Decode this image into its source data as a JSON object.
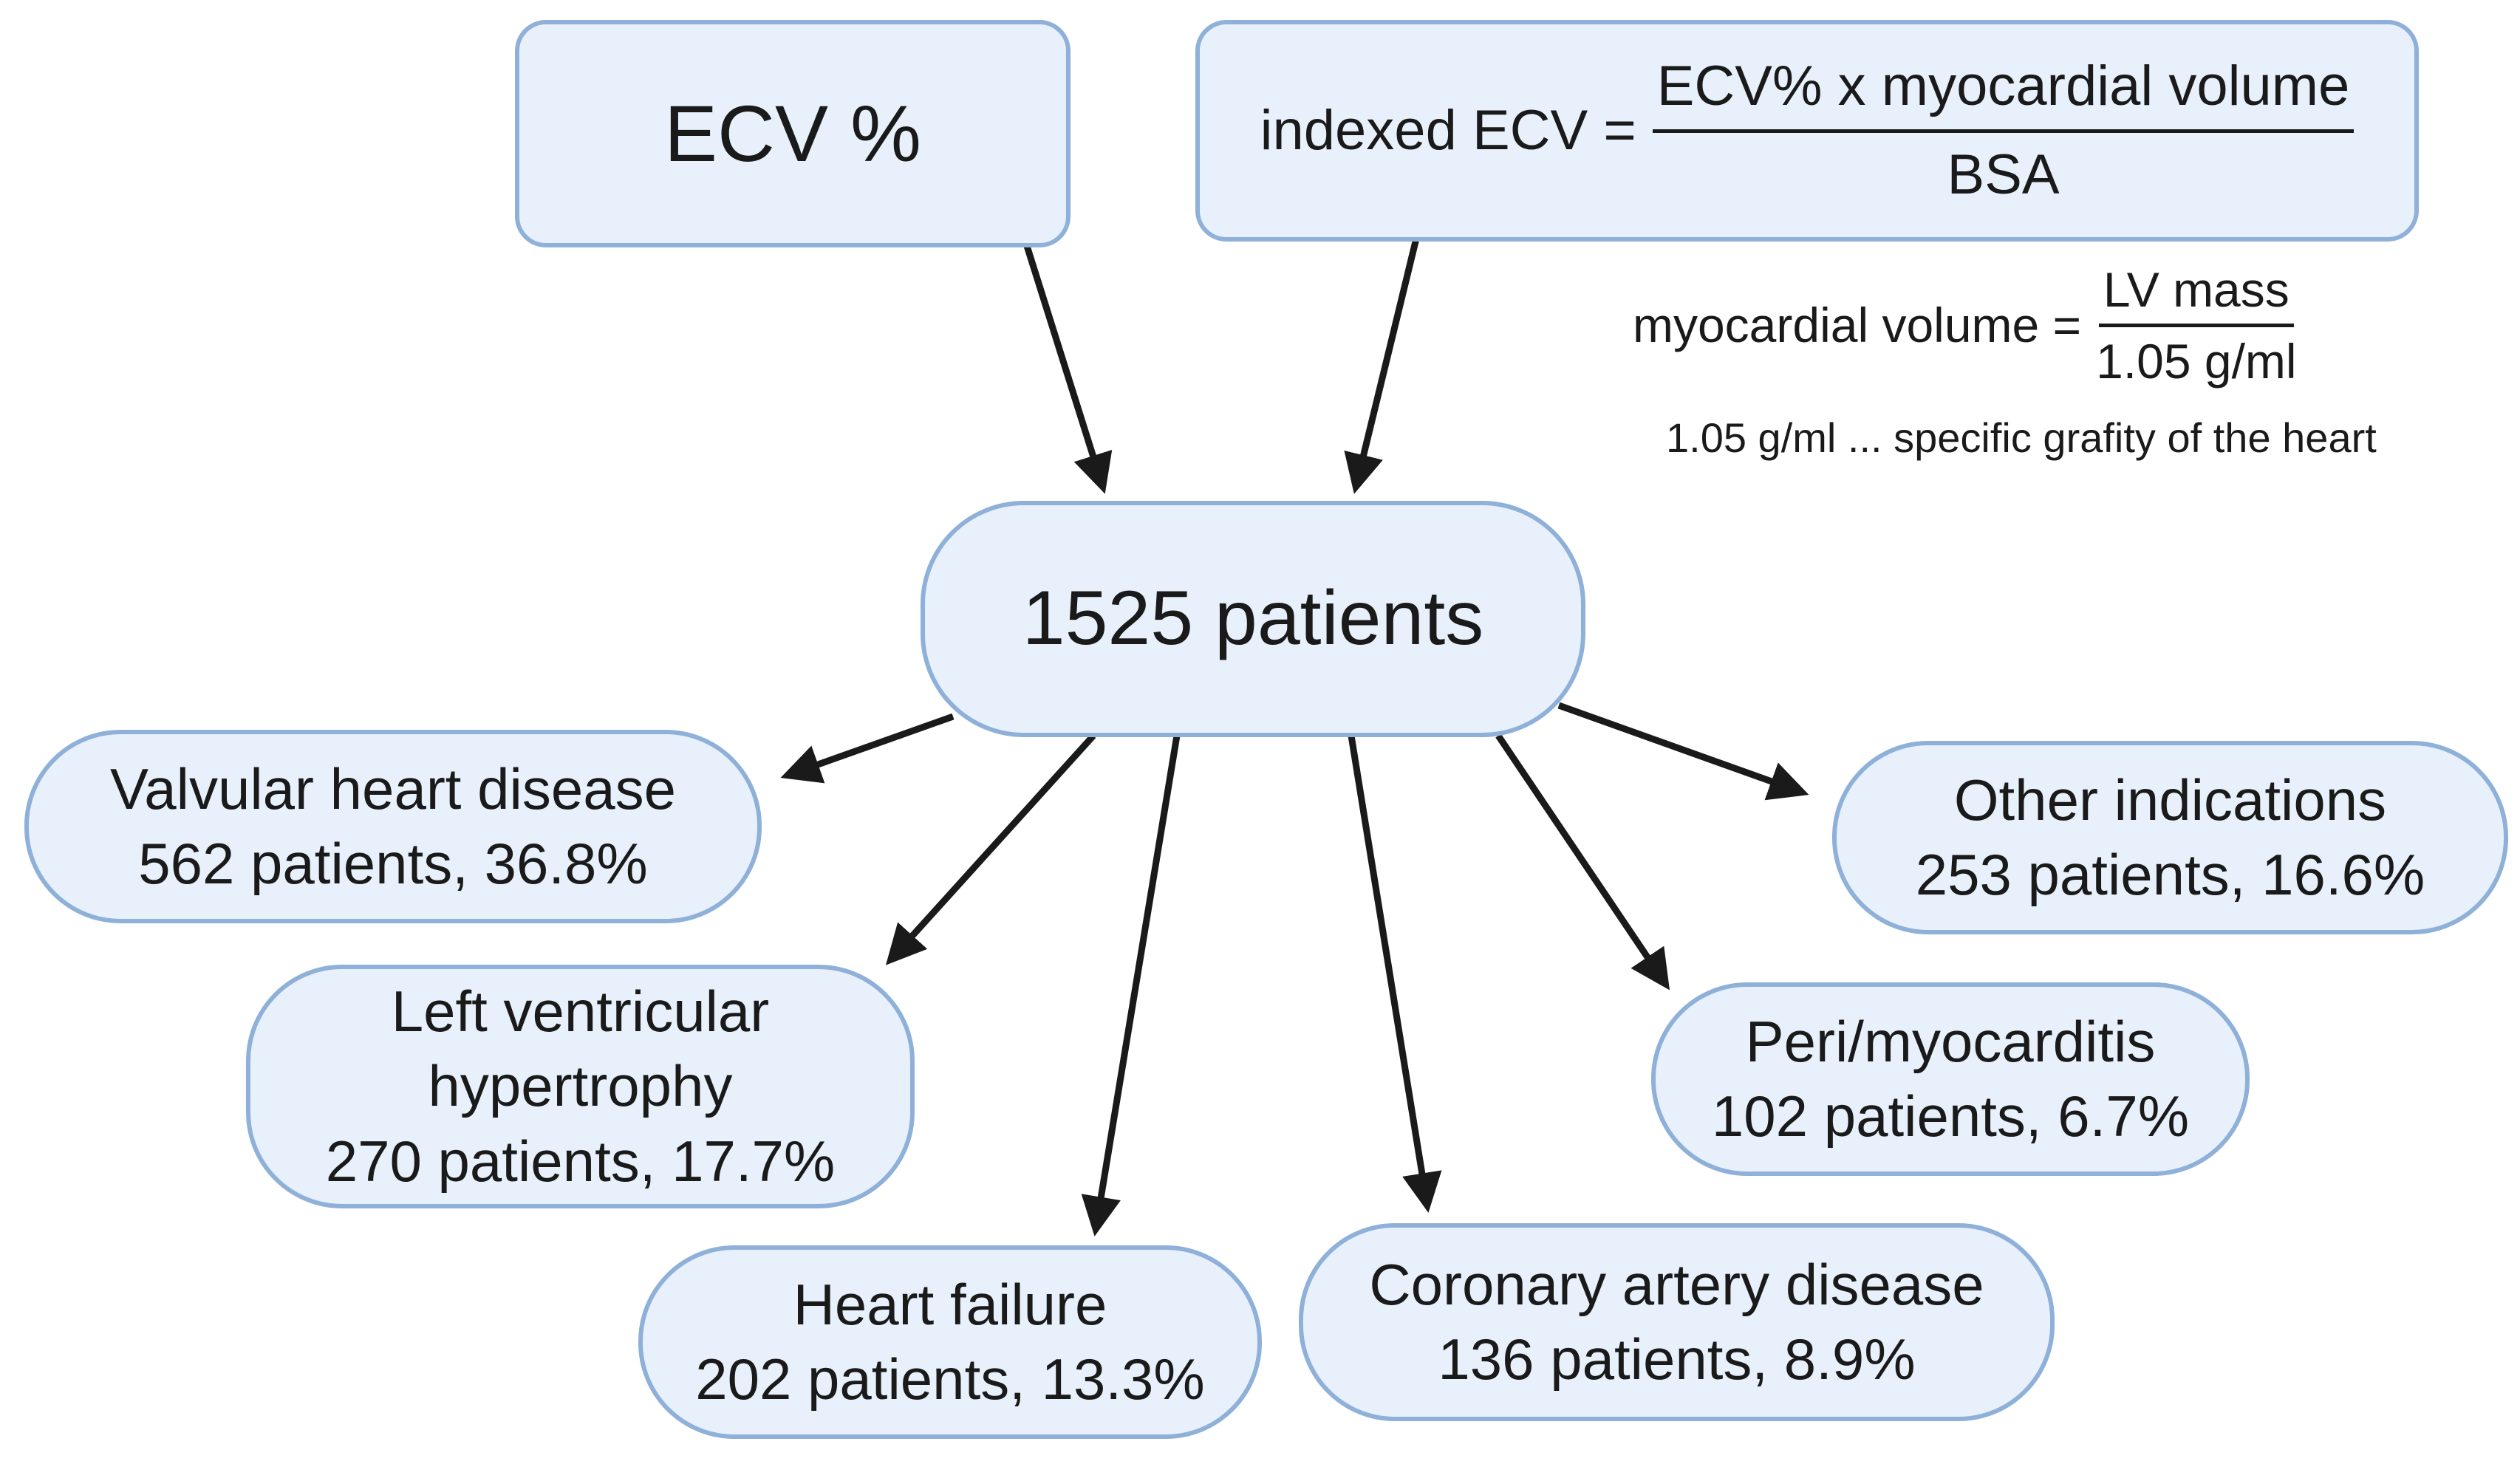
{
  "top": {
    "ecv_label": "ECV %",
    "indexed": {
      "lhs": "indexed ECV =",
      "numerator": "ECV% x myocardial volume",
      "denominator": "BSA"
    }
  },
  "notes": {
    "myo_volume": {
      "lhs": "myocardial volume =",
      "numerator": "LV mass",
      "denominator": "1.05 g/ml"
    },
    "gravity_note": "1.05 g/ml ... specific grafity of the heart"
  },
  "center": {
    "label": "1525 patients"
  },
  "categories": [
    {
      "id": "valvular",
      "lines": [
        "Valvular heart disease",
        "562 patients, 36.8%"
      ]
    },
    {
      "id": "lvh",
      "lines": [
        "Left ventricular",
        "hypertrophy",
        "270 patients, 17.7%"
      ]
    },
    {
      "id": "hf",
      "lines": [
        "Heart failure",
        "202 patients, 13.3%"
      ]
    },
    {
      "id": "cad",
      "lines": [
        "Coronary artery disease",
        "136 patients, 8.9%"
      ]
    },
    {
      "id": "peri",
      "lines": [
        "Peri/myocarditis",
        "102 patients, 6.7%"
      ]
    },
    {
      "id": "other",
      "lines": [
        "Other indications",
        "253 patients, 16.6%"
      ]
    }
  ],
  "colors": {
    "box_fill": "#e8f1fb",
    "box_border": "#8fb0d8",
    "arrow": "#1a1a1a"
  }
}
